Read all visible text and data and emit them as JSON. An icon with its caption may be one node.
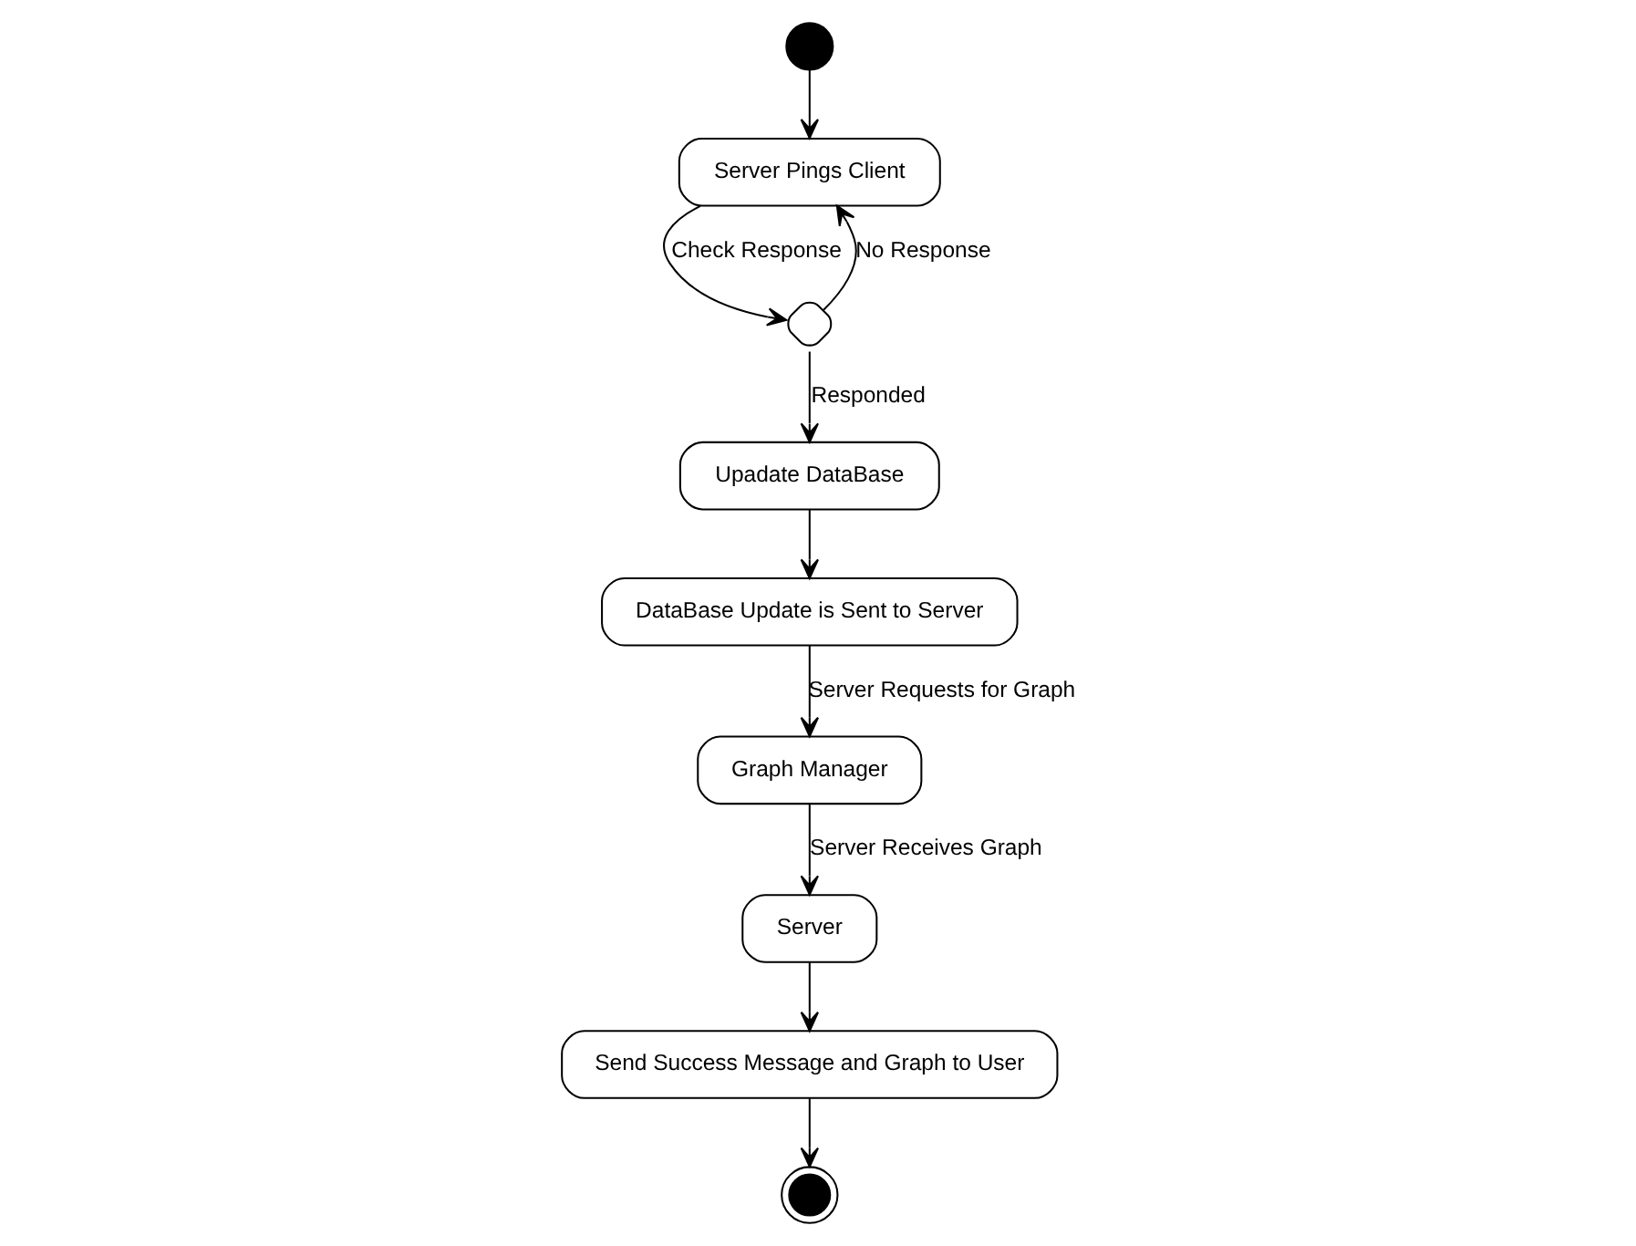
{
  "diagram": {
    "nodes": [
      {
        "text": [],
        "shape": "circle"
      },
      {
        "text": [
          "Server Pings Client"
        ]
      },
      {
        "text": [],
        "shape": "diamond"
      },
      {
        "text": [
          "Upadate DataBase"
        ]
      },
      {
        "text": [
          "DataBase Update is Sent to Server"
        ]
      },
      {
        "text": [
          "Graph Manager"
        ]
      },
      {
        "text": [
          "Server"
        ]
      },
      {
        "text": [
          "Send Success Message and Graph to User"
        ]
      },
      {
        "text": [],
        "shape": "bullseye"
      }
    ],
    "edges": [
      {
        "from": 0,
        "to": 1,
        "arrow": "to"
      },
      {
        "from": 1,
        "to": 2,
        "arrow": "to",
        "label": "Check Response"
      },
      {
        "from": 2,
        "to": 1,
        "arrow": "to",
        "label": "No Response"
      },
      {
        "from": 2,
        "to": 3,
        "arrow": "to",
        "label": "Responded"
      },
      {
        "from": 3,
        "to": 4,
        "arrow": "to"
      },
      {
        "from": 4,
        "to": 5,
        "arrow": "to",
        "label": "Server Requests for Graph"
      },
      {
        "from": 5,
        "to": 6,
        "arrow": "to",
        "label": "Server Receives Graph"
      },
      {
        "from": 6,
        "to": 7,
        "arrow": "to"
      },
      {
        "from": 7,
        "to": 8,
        "arrow": "to"
      }
    ]
  }
}
